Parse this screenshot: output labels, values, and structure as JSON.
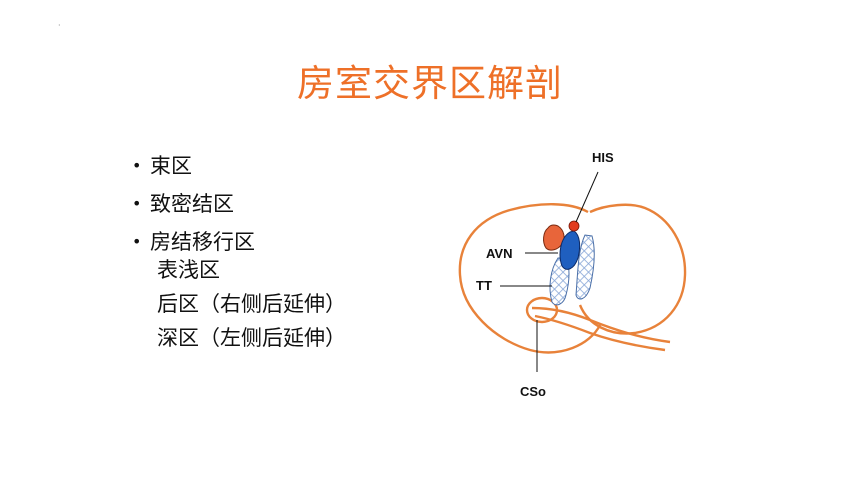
{
  "slide": {
    "corner_mark": "·",
    "title": "房室交界区解剖",
    "bullets": [
      {
        "marker": "•",
        "text": "束区"
      },
      {
        "marker": "•",
        "text": "致密结区"
      },
      {
        "marker": "•",
        "text": "房结移行区"
      }
    ],
    "sub_items": [
      "表浅区",
      "后区（右侧后延伸）",
      "深区（左侧后延伸）"
    ]
  },
  "diagram": {
    "labels": {
      "his": "HIS",
      "avn": "AVN",
      "tt": "TT",
      "cso": "CSo"
    },
    "colors": {
      "outline": "#e8823a",
      "avn_fill": "#1f5fbf",
      "atrial_fill": "#e8653a",
      "his_dot": "#e23b1e",
      "hatch": "#8aa8d8",
      "text": "#111111"
    }
  }
}
